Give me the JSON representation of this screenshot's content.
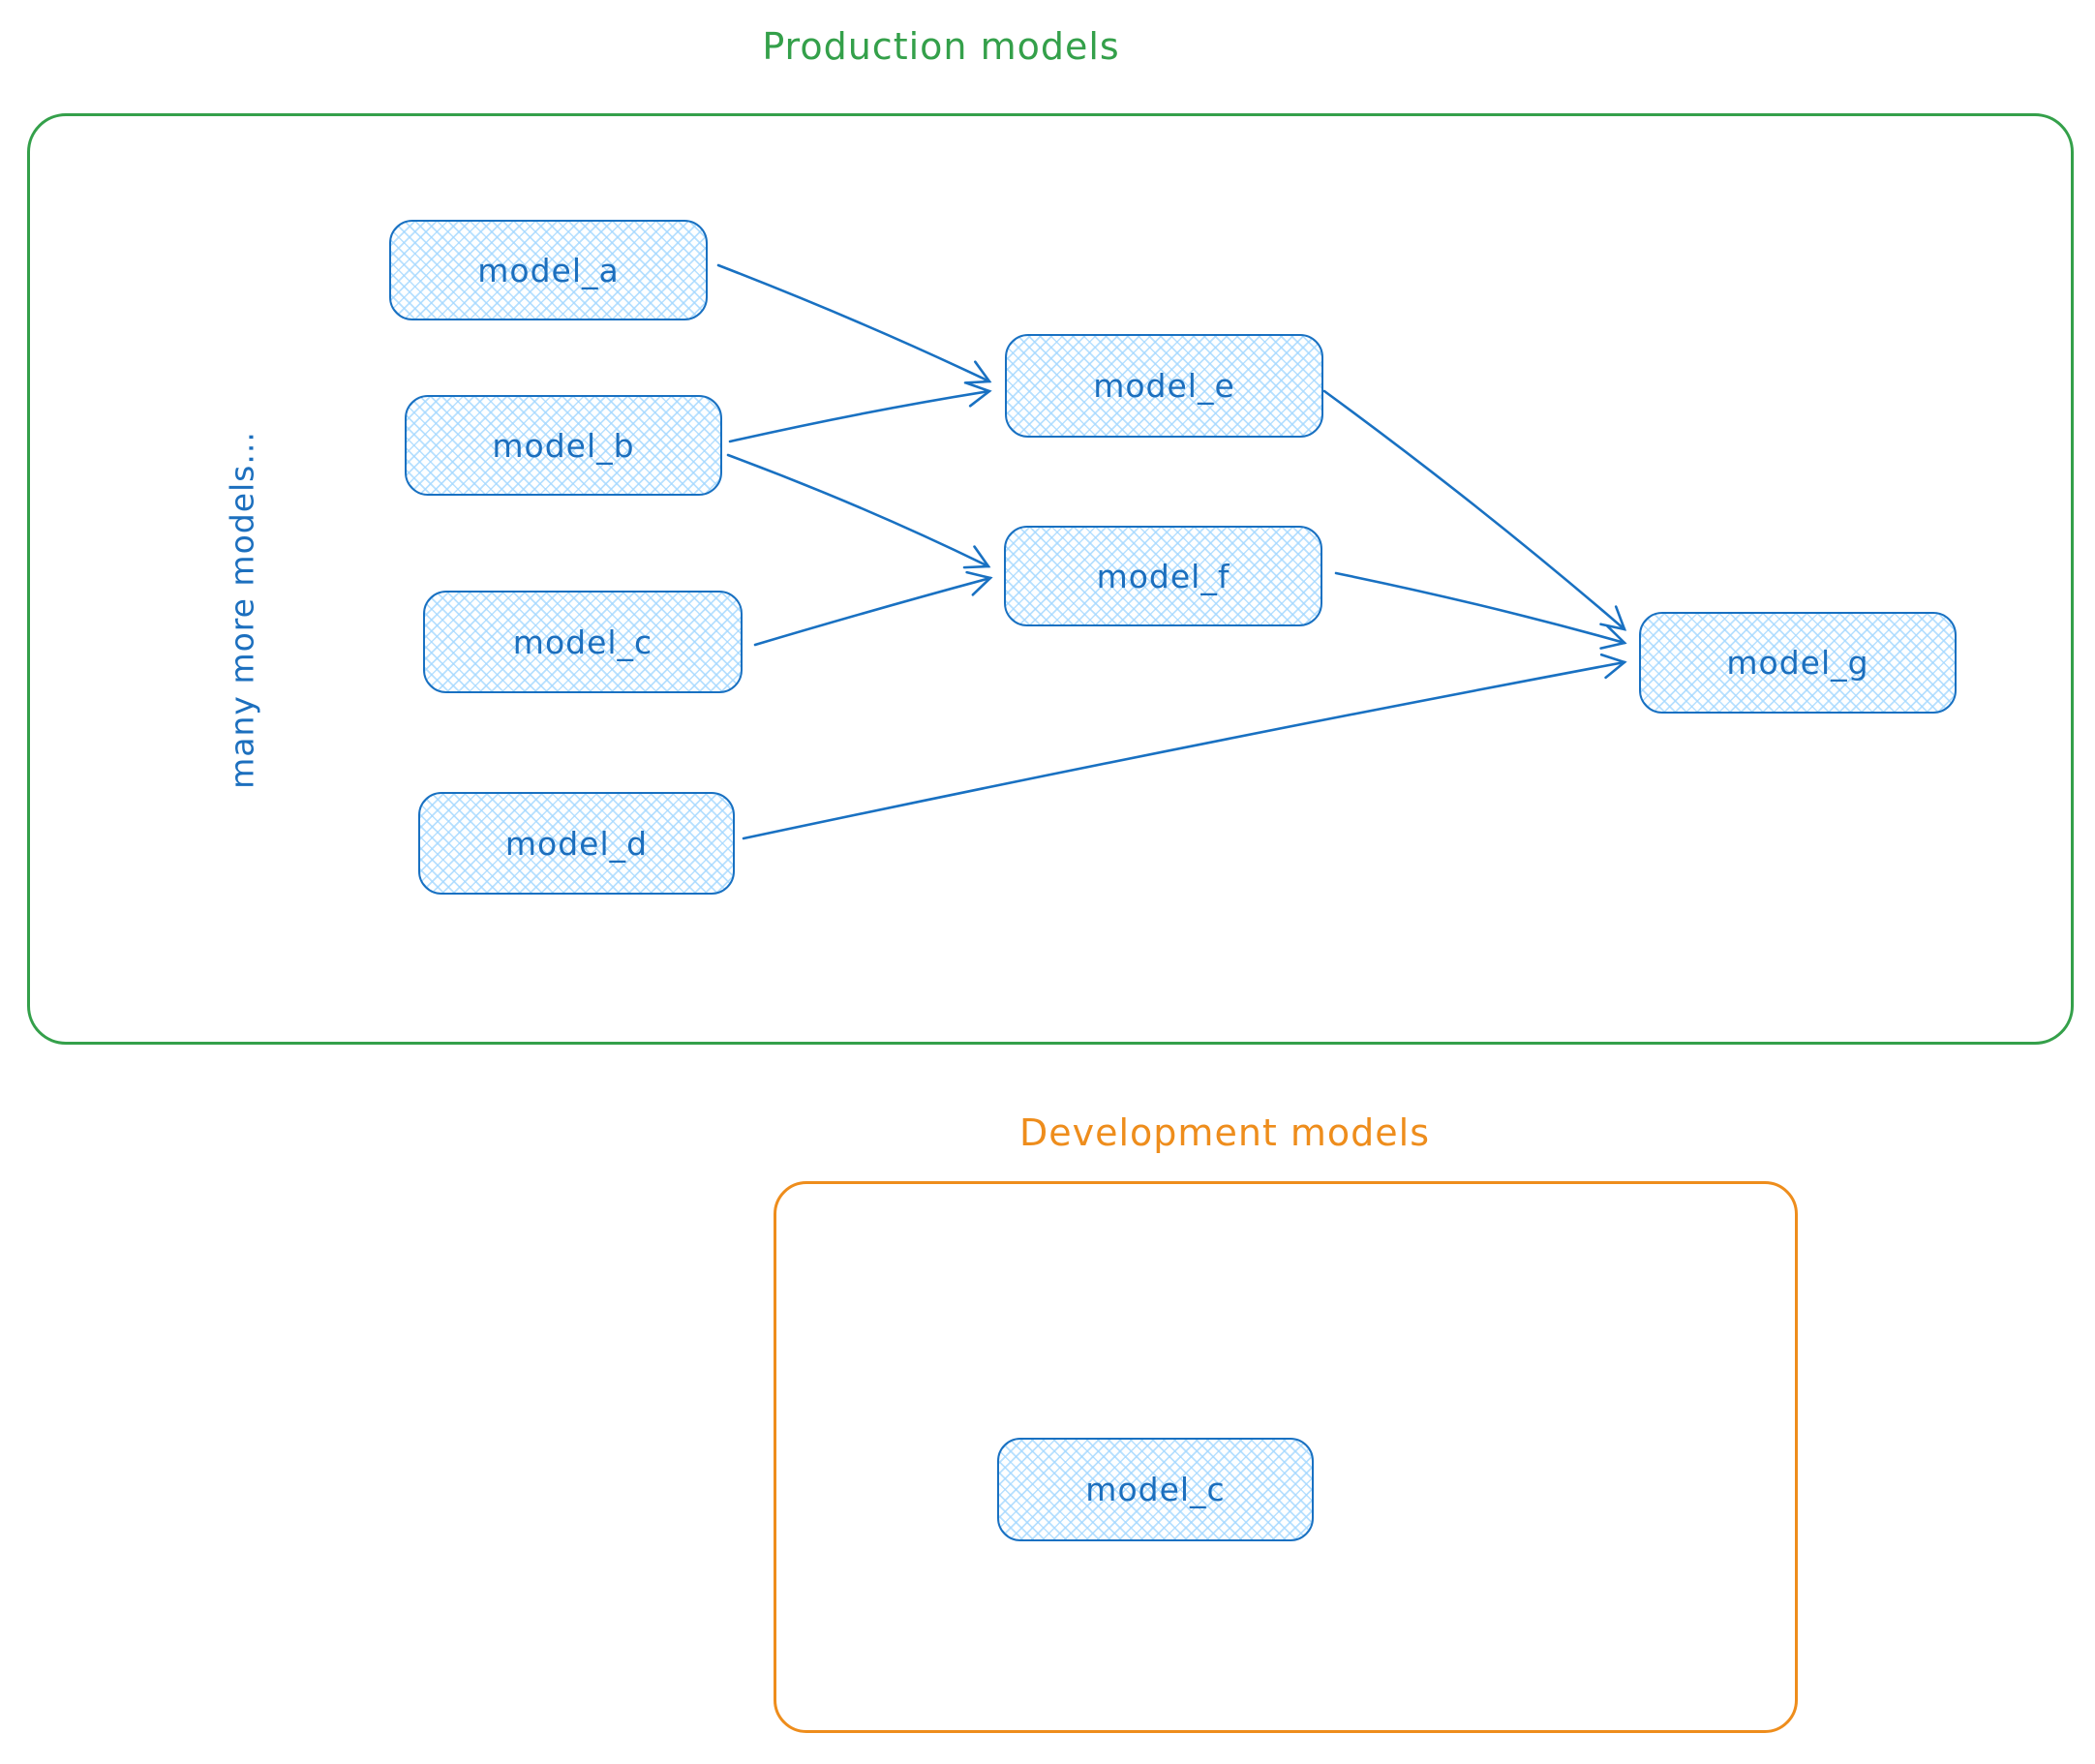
{
  "palette": {
    "node_stroke": "#1971c2",
    "node_fill": "#a5d8ff",
    "production_accent": "#34a04a",
    "development_accent": "#ee8d1c"
  },
  "production": {
    "title": "Production models",
    "side_label": "many more models...",
    "nodes": [
      {
        "id": "model_a",
        "label": "model_a"
      },
      {
        "id": "model_b",
        "label": "model_b"
      },
      {
        "id": "model_c",
        "label": "model_c"
      },
      {
        "id": "model_d",
        "label": "model_d"
      },
      {
        "id": "model_e",
        "label": "model_e"
      },
      {
        "id": "model_f",
        "label": "model_f"
      },
      {
        "id": "model_g",
        "label": "model_g"
      }
    ],
    "edges": [
      {
        "from": "model_a",
        "to": "model_e"
      },
      {
        "from": "model_b",
        "to": "model_e"
      },
      {
        "from": "model_b",
        "to": "model_f"
      },
      {
        "from": "model_c",
        "to": "model_f"
      },
      {
        "from": "model_e",
        "to": "model_g"
      },
      {
        "from": "model_f",
        "to": "model_g"
      },
      {
        "from": "model_d",
        "to": "model_g"
      }
    ]
  },
  "development": {
    "title": "Development models",
    "nodes": [
      {
        "id": "dev_model_c",
        "label": "model_c"
      }
    ]
  }
}
